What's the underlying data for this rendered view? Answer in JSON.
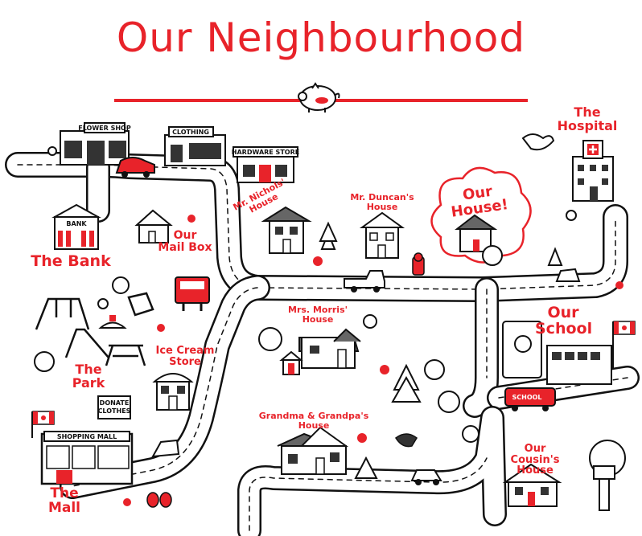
{
  "title": "Our Neighbourhood",
  "labels": {
    "hospital": "The\nHospital",
    "bank": "The Bank",
    "mailbox": "Our\nMail Box",
    "nichols": "Mr. Nichols'\nHouse",
    "duncan": "Mr. Duncan's\nHouse",
    "our_house": "Our House!",
    "park": "The\nPark",
    "ice_cream": "Ice Cream\nStore",
    "morris": "Mrs. Morris'\nHouse",
    "school": "Our\nSchool",
    "grandma": "Grandma & Grandpa's\nHouse",
    "cousin": "Our Cousin's\nHouse",
    "mall": "The Mall"
  },
  "signs": {
    "flower_shop": "FLOWER SHOP",
    "clothing": "CLOTHING",
    "hardware": "HARDWARE STORE",
    "bank": "BANK",
    "shopping_mall": "SHOPPING MALL",
    "donate": "DONATE\nCLOTHES",
    "bus": "SCHOOL"
  },
  "colors": {
    "accent": "#e8232a",
    "ink": "#111111",
    "gray": "#7a7a7a"
  }
}
